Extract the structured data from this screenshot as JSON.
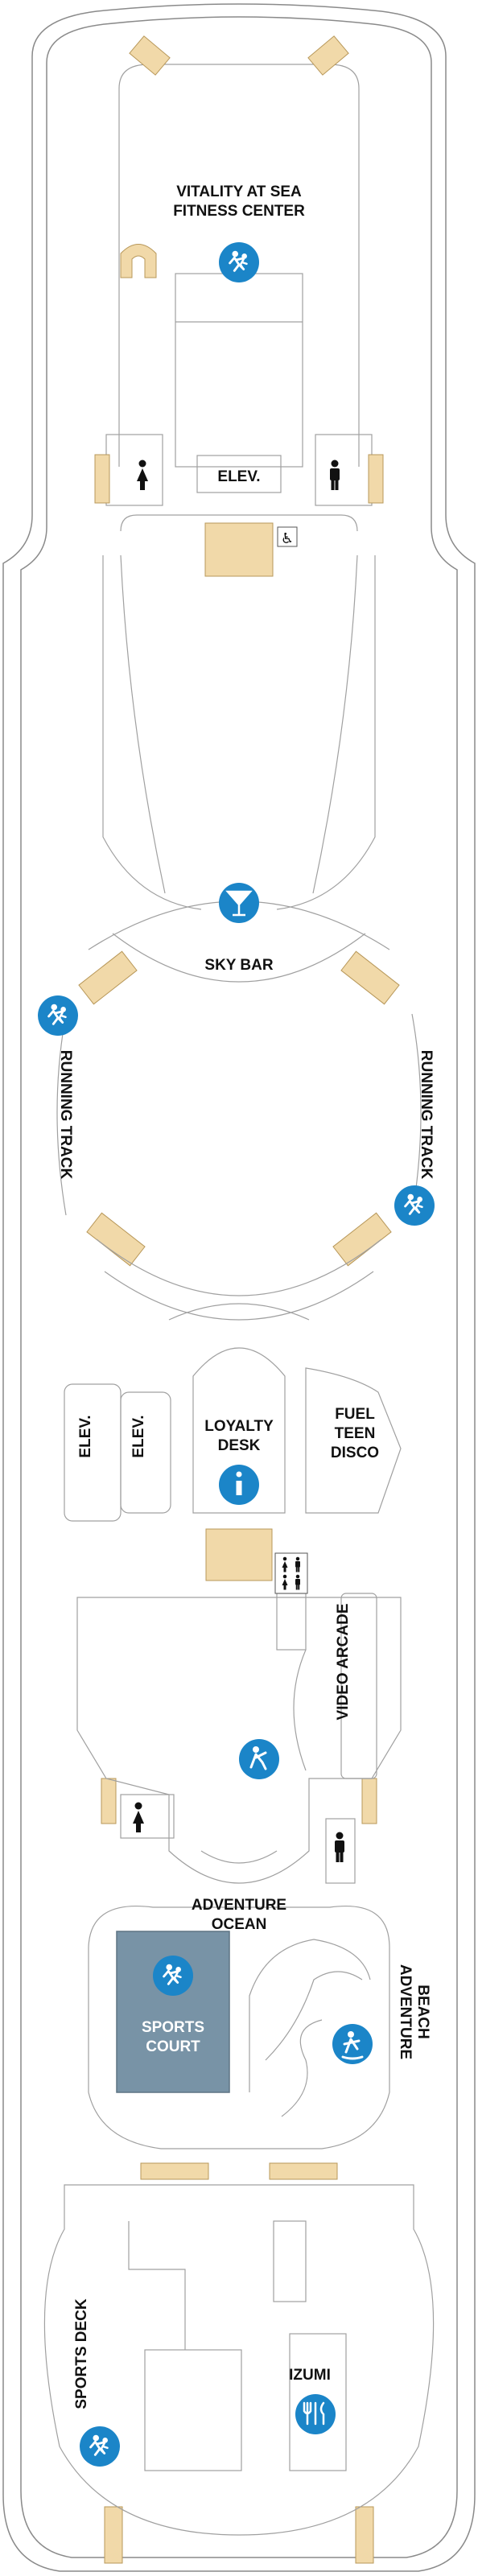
{
  "venues": {
    "fitness_line1": "VITALITY AT SEA",
    "fitness_line2": "FITNESS CENTER",
    "elev_top": "ELEV.",
    "sky_bar": "SKY BAR",
    "running_track_left": "RUNNING TRACK",
    "running_track_right": "RUNNING TRACK",
    "elev_mid_left": "ELEV.",
    "elev_mid_right": "ELEV.",
    "loyalty_line1": "LOYALTY",
    "loyalty_line2": "DESK",
    "fuel_line1": "FUEL",
    "fuel_line2": "TEEN",
    "fuel_line3": "DISCO",
    "video_arcade": "VIDEO ARCADE",
    "adventure_ocean_line1": "ADVENTURE",
    "adventure_ocean_line2": "OCEAN",
    "sports_court_line1": "SPORTS",
    "sports_court_line2": "COURT",
    "adventure_beach_line1": "ADVENTURE",
    "adventure_beach_line2": "BEACH",
    "sports_deck": "SPORTS DECK",
    "izumi": "IZUMI"
  },
  "colors": {
    "icon_blue": "#1b85c8",
    "stairs": "#f1d9a9",
    "sports_court": "#7893a6",
    "outline": "#8a8a8a"
  },
  "icons": [
    "fitness-icon",
    "restroom-women-icon",
    "restroom-men-icon",
    "accessible-icon",
    "bar-icon",
    "running-icon",
    "info-icon",
    "restroom-family-icon",
    "kids-club-icon",
    "water-play-icon",
    "dining-icon"
  ]
}
